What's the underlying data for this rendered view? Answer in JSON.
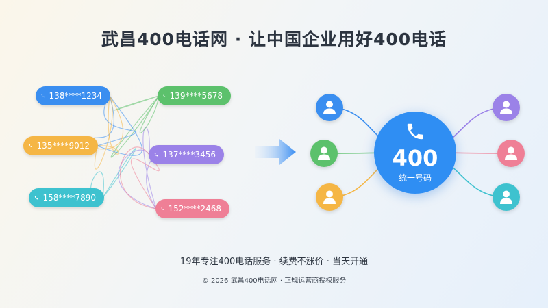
{
  "title": "武昌400电话网 · 让中国企业用好400电话",
  "numbers": [
    {
      "text": "138****1234",
      "color": "#3a8ef0"
    },
    {
      "text": "139****5678",
      "color": "#5cc16c"
    },
    {
      "text": "135****9012",
      "color": "#f5b645"
    },
    {
      "text": "137****3456",
      "color": "#9b82e8"
    },
    {
      "text": "158****7890",
      "color": "#3ec2cf"
    },
    {
      "text": "152****2468",
      "color": "#ef7f96"
    }
  ],
  "hub": {
    "number": "400",
    "label": "统一号码",
    "color": "#2f8ef3"
  },
  "nodes": [
    {
      "color": "#3a8ef0"
    },
    {
      "color": "#5cc16c"
    },
    {
      "color": "#f5b645"
    },
    {
      "color": "#9b82e8"
    },
    {
      "color": "#ef7f96"
    },
    {
      "color": "#3ec2cf"
    }
  ],
  "tagline": "19年专注400电话服务 · 续费不涨价 · 当天开通",
  "copyright": "© 2026 武昌400电话网 · 正规运营商授权服务"
}
